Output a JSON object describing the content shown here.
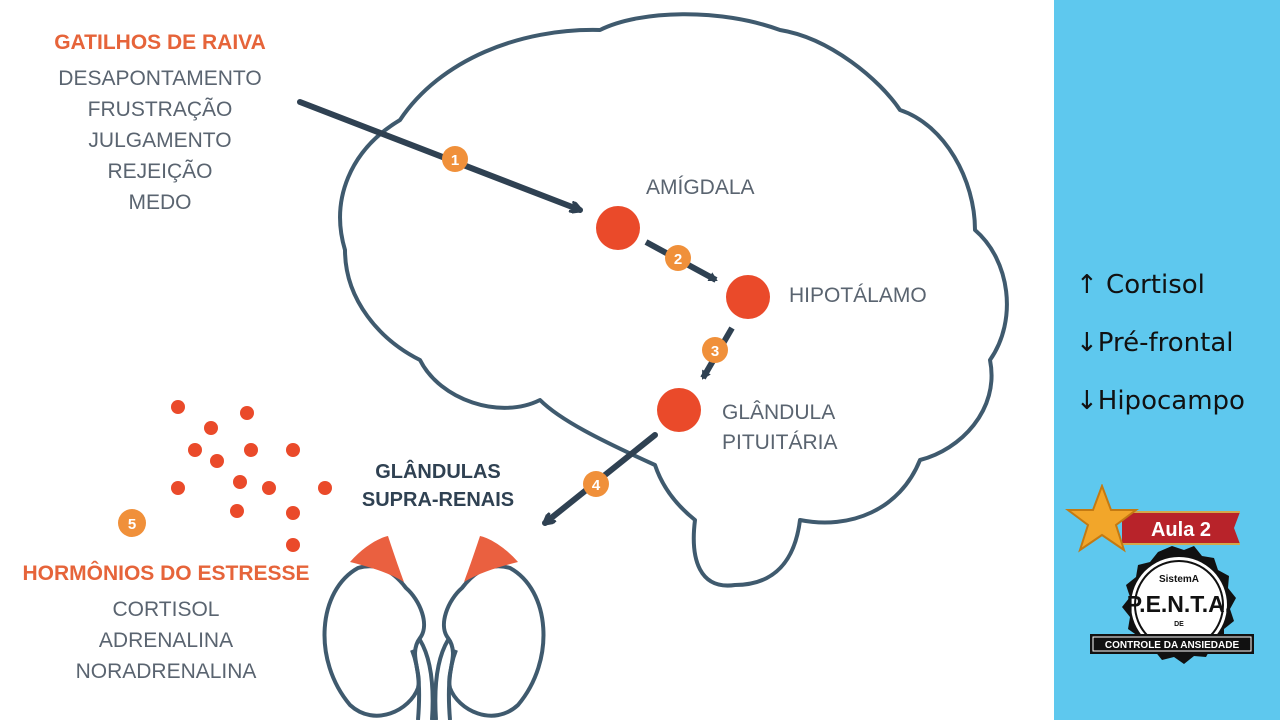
{
  "triggers": {
    "title": "GATILHOS DE RAIVA",
    "items": [
      "DESAPONTAMENTO",
      "FRUSTRAÇÃO",
      "JULGAMENTO",
      "REJEIÇÃO",
      "MEDO"
    ]
  },
  "brain_regions": {
    "amygdala": "AMÍGDALA",
    "hypothalamus": "HIPOTÁLAMO",
    "pituitary_line1": "GLÂNDULA",
    "pituitary_line2": "PITUITÁRIA"
  },
  "adrenal": {
    "line1": "GLÂNDULAS",
    "line2": "SUPRA-RENAIS"
  },
  "hormones": {
    "title": "HORMÔNIOS DO ESTRESSE",
    "items": [
      "CORTISOL",
      "ADRENALINA",
      "NORADRENALINA"
    ]
  },
  "steps": [
    "1",
    "2",
    "3",
    "4",
    "5"
  ],
  "effects": [
    "↑ Cortisol",
    "↓Pré-frontal",
    "↓Hipocampo"
  ],
  "badge": {
    "ribbon": "Aula 2",
    "top": "SistemA",
    "main": "P.E.N.T.A.",
    "mid": "DE",
    "bottom": "CONTROLE DA ANSIEDADE"
  },
  "colors": {
    "outline": "#3f5a6e",
    "node": "#ea4a2a",
    "step": "#f0903a",
    "heading": "#e6643a",
    "text": "#5a6470",
    "side_bg": "#5ec8ee"
  }
}
